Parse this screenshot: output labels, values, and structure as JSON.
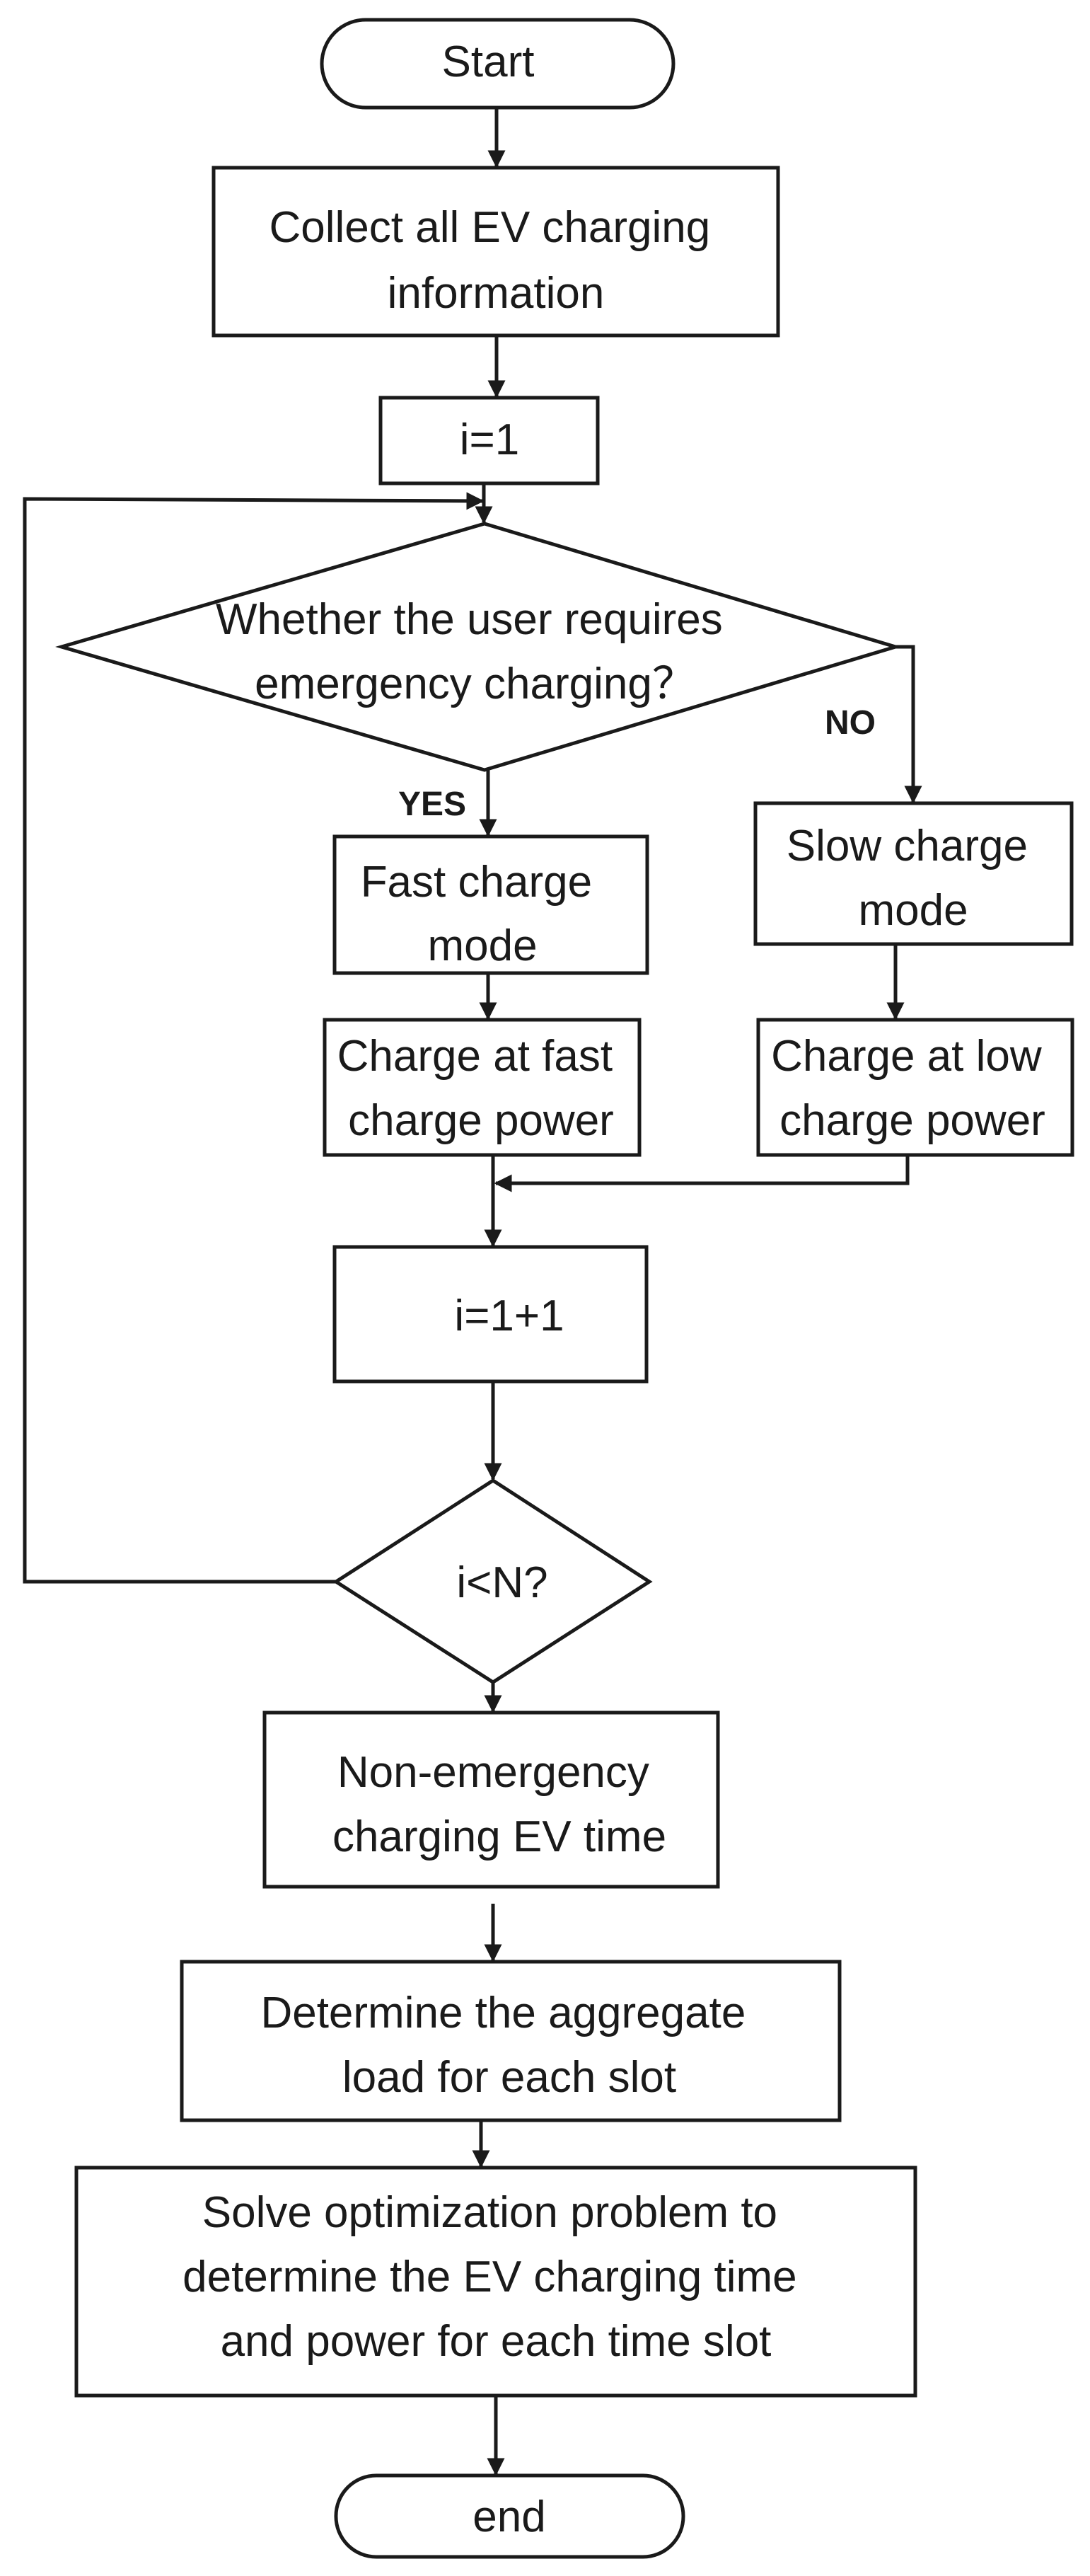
{
  "nodes": {
    "start": {
      "text": [
        "Start"
      ]
    },
    "collect": {
      "text": [
        "Collect all EV charging",
        "information"
      ]
    },
    "init": {
      "text": [
        "i=1"
      ]
    },
    "emergency": {
      "text": [
        "Whether the user requires",
        "emergency charging？"
      ]
    },
    "fast_mode": {
      "text": [
        "Fast charge",
        "mode"
      ]
    },
    "slow_mode": {
      "text": [
        "Slow charge",
        "mode"
      ]
    },
    "fast_power": {
      "text": [
        "Charge at fast",
        "charge power"
      ]
    },
    "slow_power": {
      "text": [
        "Charge at low",
        "charge power"
      ]
    },
    "increment": {
      "text": [
        "i=1+1"
      ]
    },
    "loop": {
      "text": [
        "i<N?"
      ]
    },
    "nonemergency": {
      "text": [
        "Non-emergency",
        "charging EV time"
      ]
    },
    "aggregate": {
      "text": [
        "Determine the aggregate",
        "load for each slot"
      ]
    },
    "solve": {
      "text": [
        "Solve optimization problem to",
        "determine the EV charging time",
        "and power for each time slot"
      ]
    },
    "end": {
      "text": [
        "end"
      ]
    }
  },
  "edges": {
    "yes": "YES",
    "no": "NO"
  }
}
